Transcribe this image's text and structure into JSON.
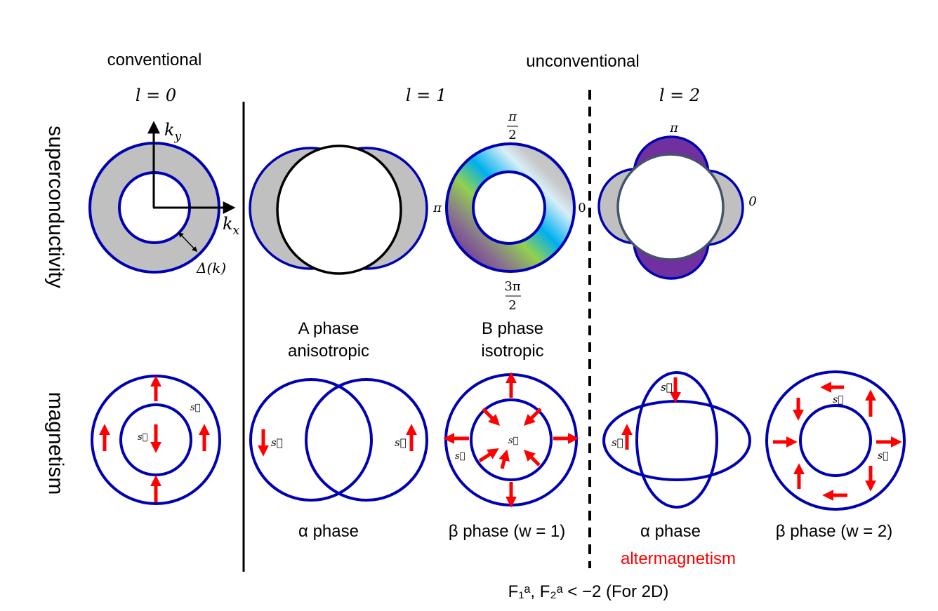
{
  "headers": {
    "conventional": "conventional",
    "unconventional": "unconventional"
  },
  "orders": {
    "l0": "l = 0",
    "l1": "l = 1",
    "l2": "l = 2"
  },
  "rows": {
    "sc": "superconductivity",
    "mag": "magnetism"
  },
  "sc": {
    "ky": "k",
    "ky_sub": "y",
    "kx": "k",
    "kx_sub": "x",
    "gap": "Δ(k)",
    "a_phase": "A phase",
    "a_desc": "anisotropic",
    "b_phase": "B phase",
    "b_desc": "isotropic",
    "angles": {
      "pi_half_num": "π",
      "pi_half_den": "2",
      "pi": "π",
      "zero": "0",
      "three_pi_num": "3π",
      "three_pi_den": "2"
    },
    "l2_angles": {
      "pi": "π",
      "zero": "0"
    }
  },
  "mag": {
    "spin": "s⃗",
    "alpha1": "α phase",
    "beta1": "β phase (w = 1)",
    "alpha2": "α phase",
    "altermagnetism": "altermagnetism",
    "beta2": "β phase (w = 2)"
  },
  "condition": "F₁ᵃ, F₂ᵃ < −2 (For 2D)",
  "colors": {
    "ring": "#0000b4",
    "arrow": "#ff0000",
    "gray": "#c0c0c0",
    "purple": "#7030a0",
    "alter": "#ff0000"
  }
}
